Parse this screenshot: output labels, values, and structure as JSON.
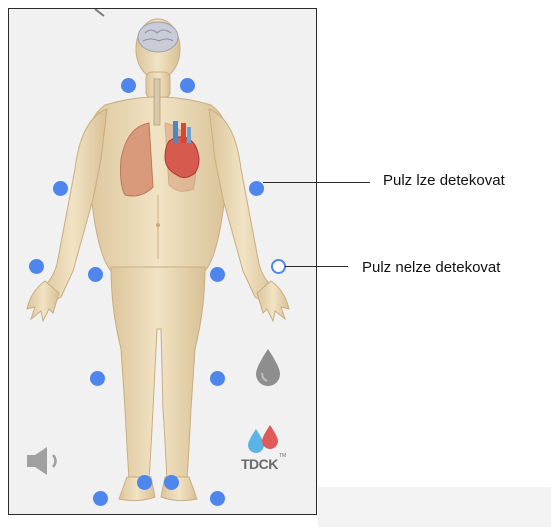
{
  "legend": {
    "pulse_detectable": "Pulz lze detekovat",
    "pulse_not_detectable": "Pulz nelze detekovat"
  },
  "logo": {
    "text": "TDCK",
    "sup": "TM"
  },
  "icons": {
    "speaker": "speaker-icon",
    "drop": "drop-icon",
    "brain": "brain-icon",
    "lungs": "lungs-icon",
    "heart": "heart-icon",
    "logo": "tdck-logo-icon"
  },
  "pulse_points": [
    {
      "id": "carotid-right",
      "detectable": true
    },
    {
      "id": "carotid-left",
      "detectable": true
    },
    {
      "id": "brachial-right",
      "detectable": true
    },
    {
      "id": "brachial-left",
      "detectable": true
    },
    {
      "id": "radial-right",
      "detectable": true
    },
    {
      "id": "radial-left",
      "detectable": false
    },
    {
      "id": "femoral-right",
      "detectable": true
    },
    {
      "id": "femoral-left",
      "detectable": true
    },
    {
      "id": "popliteal-right",
      "detectable": true
    },
    {
      "id": "popliteal-left",
      "detectable": true
    },
    {
      "id": "tibial-right",
      "detectable": true
    },
    {
      "id": "tibial-left",
      "detectable": true
    },
    {
      "id": "dorsalis-pedis-right",
      "detectable": true
    },
    {
      "id": "dorsalis-pedis-left",
      "detectable": true
    }
  ],
  "colors": {
    "pulse_dot": "#4f86ee",
    "skin": "#ecdcb6",
    "panel_bg": "#f1f1f1"
  }
}
